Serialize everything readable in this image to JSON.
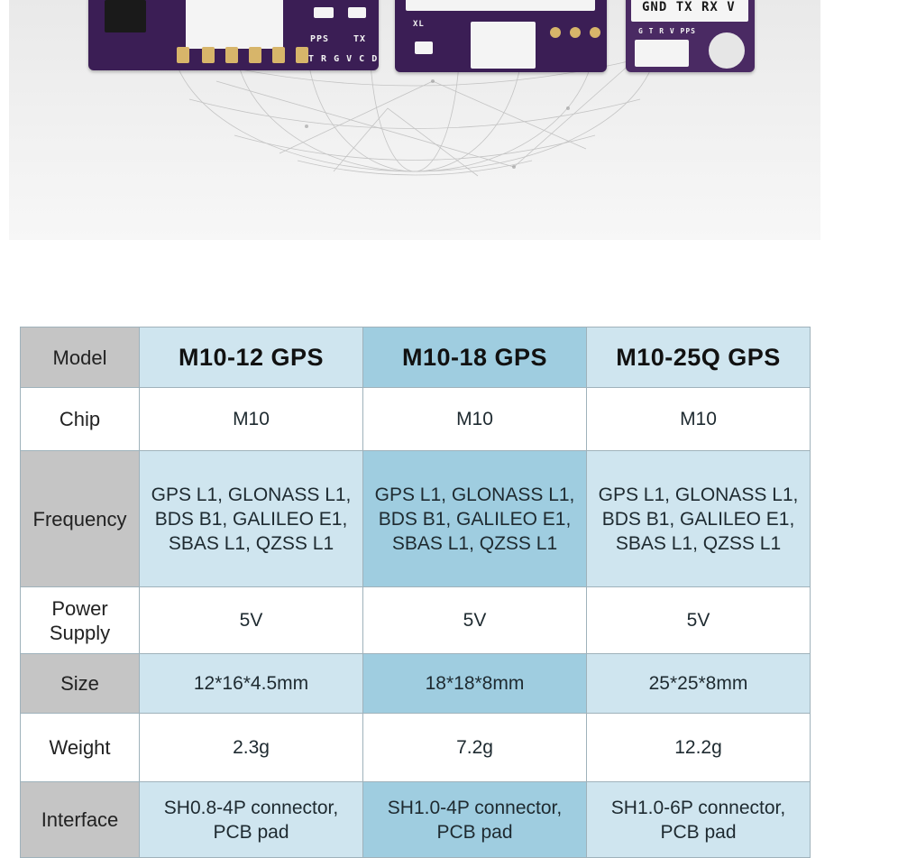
{
  "banner": {
    "board_a_labels": {
      "pps": "PPS",
      "tx": "TX",
      "pins": "T R G V C D"
    },
    "board_b_labels": {
      "chip": "XL"
    },
    "board_c_labels": {
      "pins": "GND TX RX V",
      "sub": "G T R V PPS"
    }
  },
  "table": {
    "headers": [
      "Model",
      "M10-12 GPS",
      "M10-18 GPS",
      "M10-25Q GPS"
    ],
    "rows": [
      {
        "label": "Chip",
        "values": [
          "M10",
          "M10",
          "M10"
        ]
      },
      {
        "label": "Frequency",
        "values": [
          "GPS L1, GLONASS L1,\nBDS B1, GALILEO E1,\nSBAS L1, QZSS L1",
          "GPS L1, GLONASS L1,\nBDS B1, GALILEO E1,\nSBAS L1, QZSS L1",
          "GPS L1, GLONASS L1,\nBDS B1, GALILEO E1,\nSBAS L1, QZSS L1"
        ]
      },
      {
        "label": "Power\nSupply",
        "values": [
          "5V",
          "5V",
          "5V"
        ]
      },
      {
        "label": "Size",
        "values": [
          "12*16*4.5mm",
          "18*18*8mm",
          "25*25*8mm"
        ]
      },
      {
        "label": "Weight",
        "values": [
          "2.3g",
          "7.2g",
          "12.2g"
        ]
      },
      {
        "label": "Interface",
        "values": [
          "SH0.8-4P connector,\nPCB pad",
          "SH1.0-4P connector,\nPCB pad",
          "SH1.0-6P connector,\nPCB pad"
        ]
      }
    ]
  },
  "colors": {
    "label_shade": "#c5c5c5",
    "value_light": "#cfe5ef",
    "value_mid": "#9fcde0",
    "border": "#9fb2bb",
    "board": "#3b1e55"
  }
}
